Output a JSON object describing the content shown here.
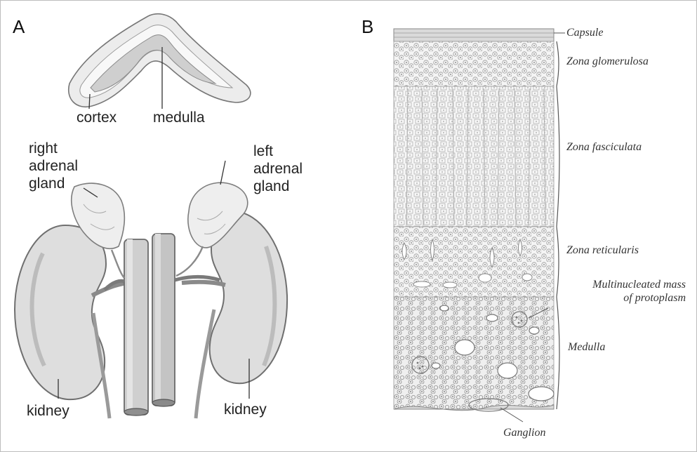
{
  "panel_a": {
    "letter": "A",
    "labels": {
      "cortex": "cortex",
      "medulla": "medulla",
      "right_adrenal_gland": [
        "right",
        "adrenal",
        "gland"
      ],
      "left_adrenal_gland": [
        "left",
        "adrenal",
        "gland"
      ],
      "kidney_left_side": "kidney",
      "kidney_right_side": "kidney"
    }
  },
  "panel_b": {
    "letter": "B",
    "labels": {
      "capsule": "Capsule",
      "zona_glomerulosa": "Zona glomerulosa",
      "zona_fasciculata": "Zona fasciculata",
      "zona_reticularis": "Zona reticularis",
      "multinucleated_mass": [
        "Multinucleated mass",
        "of protoplasm"
      ],
      "medulla": "Medulla",
      "ganglion": "Ganglion"
    }
  },
  "colors": {
    "tissue": "#e4e4e4",
    "tissue_dark": "#c9c9c9",
    "outline": "#777777",
    "histology_ink": "#8a8a8a"
  }
}
